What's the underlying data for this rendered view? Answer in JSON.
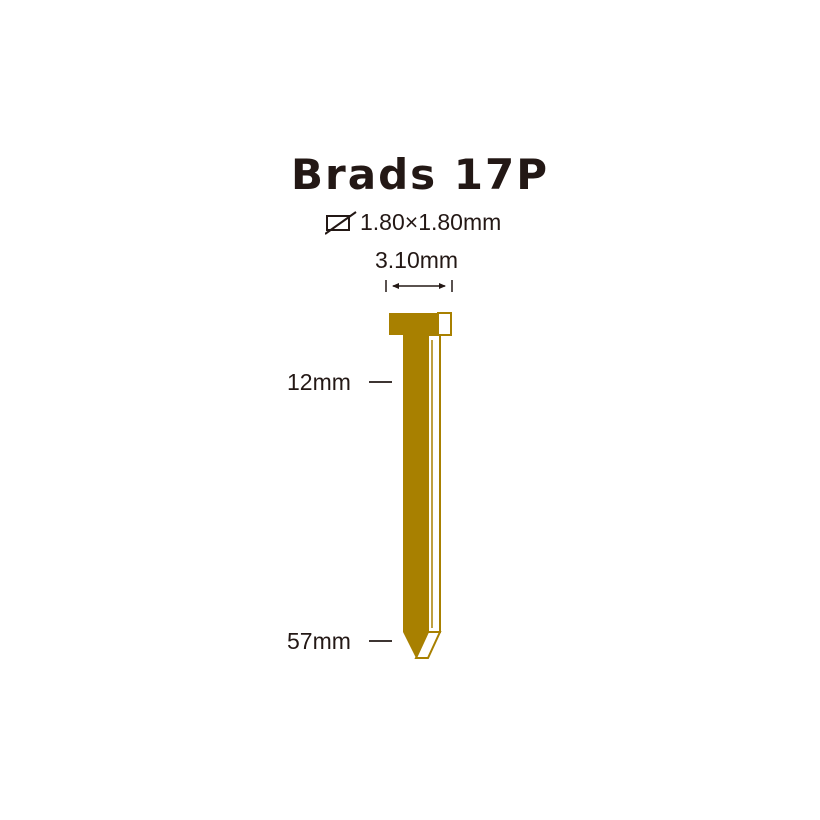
{
  "title": "Brads 17P",
  "cross_section": {
    "icon": "square-section-icon",
    "value": "1.80×1.80mm"
  },
  "head_width": "3.10mm",
  "lengths": {
    "min": "12mm",
    "max": "57mm"
  },
  "colors": {
    "nail_fill": "#A88000",
    "outline": "#A88000",
    "text": "#231815"
  }
}
